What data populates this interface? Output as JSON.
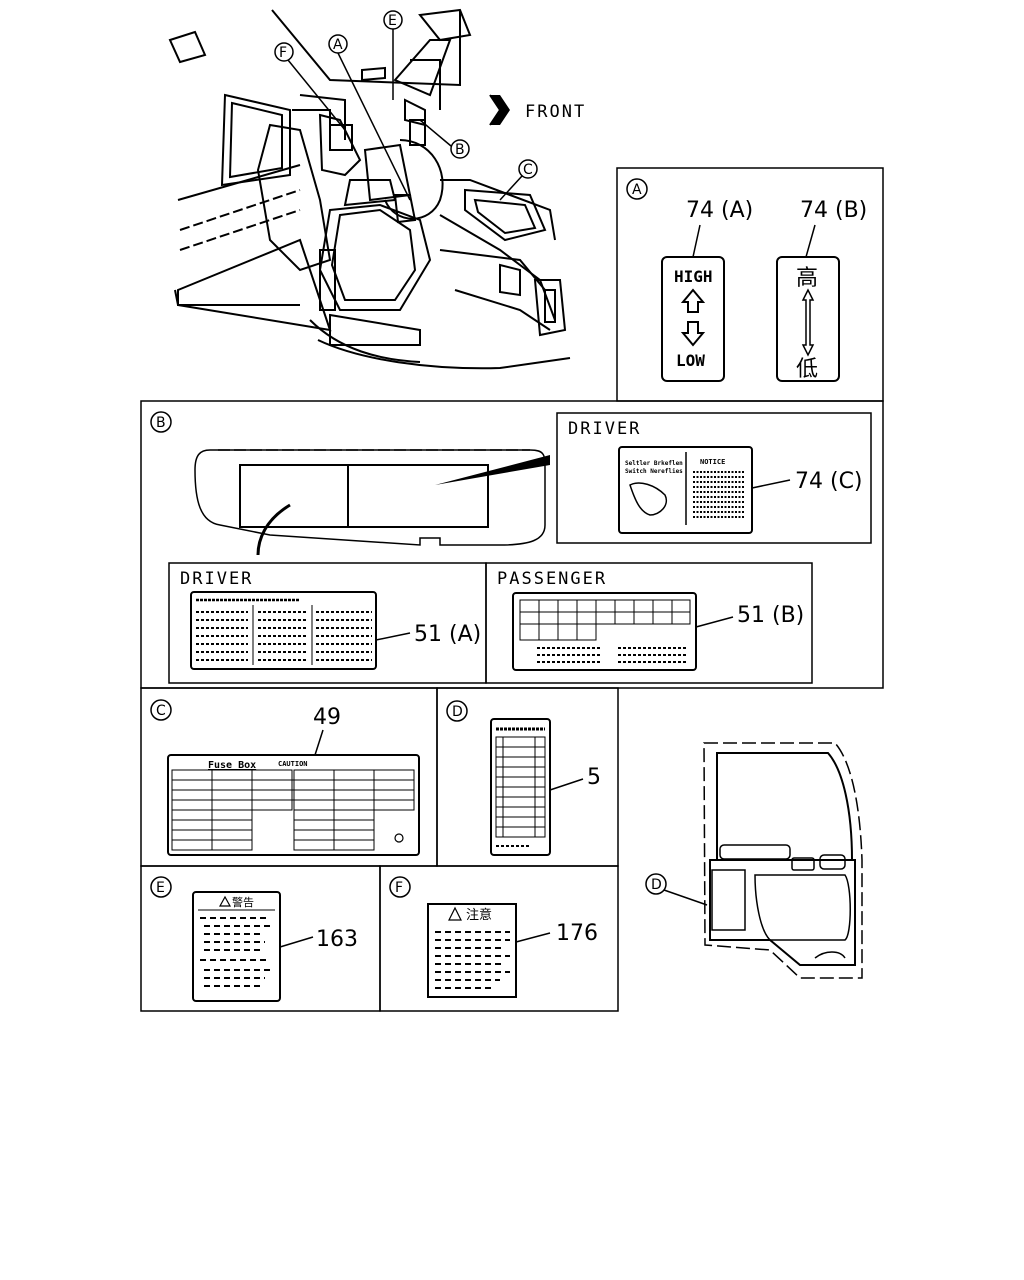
{
  "header": {
    "direction_label": "FRONT",
    "callouts": [
      "A",
      "B",
      "C",
      "D",
      "E",
      "F"
    ]
  },
  "panel_a": {
    "letter": "A",
    "part_a": "74 (A)",
    "part_b": "74 (B)",
    "label_a_top": "HIGH",
    "label_a_bottom": "LOW",
    "label_b_top": "高",
    "label_b_bottom": "低"
  },
  "panel_b": {
    "letter": "B",
    "driver_top_title": "DRIVER",
    "part_74c": "74 (C)",
    "notice_title": "NOTICE",
    "switch_text_1": "Seltler Brkeflen",
    "switch_text_2": "Switch Nereflies",
    "driver_title": "DRIVER",
    "passenger_title": "PASSENGER",
    "part_51a": "51 (A)",
    "part_51b": "51 (B)"
  },
  "panel_c": {
    "letter": "C",
    "part": "49",
    "fuse_title": "Fuse Box",
    "caution": "CAUTION"
  },
  "panel_d": {
    "letter": "D",
    "part": "5",
    "door_callout": "D"
  },
  "panel_e": {
    "letter": "E",
    "part": "163",
    "warning_title": "警告"
  },
  "panel_f": {
    "letter": "F",
    "part": "176",
    "caution_title": "注意"
  }
}
